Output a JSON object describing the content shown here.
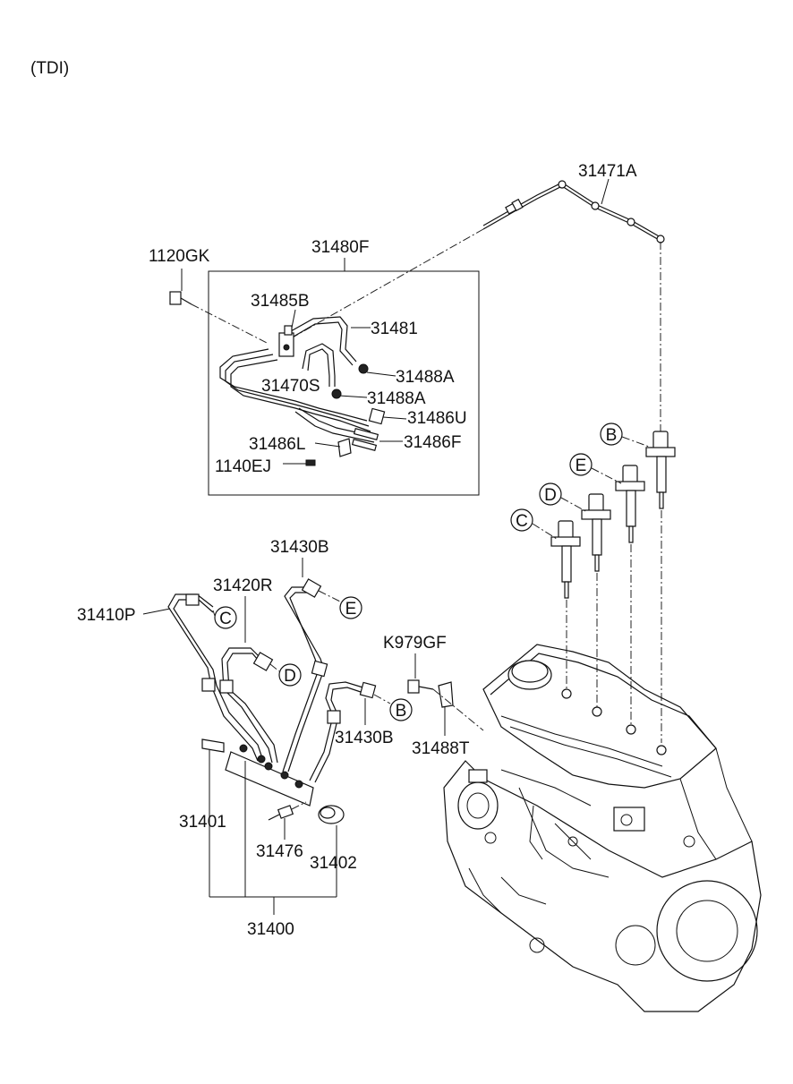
{
  "header_note": "(TDI)",
  "parts": {
    "p31471A": "31471A",
    "p1120GK": "1120GK",
    "p31480F": "31480F",
    "p31485B": "31485B",
    "p31481": "31481",
    "p31488A_1": "31488A",
    "p31470S": "31470S",
    "p31488A_2": "31488A",
    "p31486U": "31486U",
    "p31486L": "31486L",
    "p31486F": "31486F",
    "p1140EJ": "1140EJ",
    "p31430B_top": "31430B",
    "p31420R": "31420R",
    "p31410P": "31410P",
    "pK979GF": "K979GF",
    "p31430B_mid": "31430B",
    "p31488T": "31488T",
    "p31401": "31401",
    "p31476": "31476",
    "p31402": "31402",
    "p31400": "31400"
  },
  "callouts": {
    "B_injector": "B",
    "E_injector": "E",
    "D_injector": "D",
    "C_injector": "C",
    "E_pipe": "E",
    "C_pipe": "C",
    "D_pipe": "D",
    "B_pipe": "B"
  }
}
